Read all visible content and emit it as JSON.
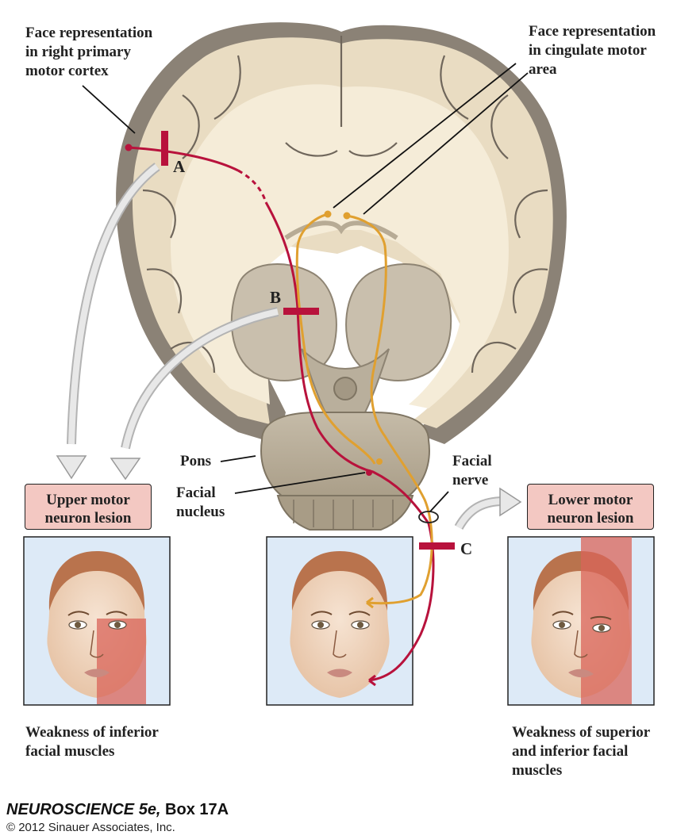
{
  "labels": {
    "face_rep_right_motor": "Face representation\nin right primary\nmotor cortex",
    "face_rep_cingulate": "Face representation\nin cingulate motor\narea",
    "pons": "Pons",
    "facial_nucleus": "Facial\nnucleus",
    "facial_nerve": "Facial\nnerve",
    "lesion_a": "A",
    "lesion_b": "B",
    "lesion_c": "C"
  },
  "lesion_boxes": {
    "upper": "Upper motor\nneuron lesion",
    "lower": "Lower motor\nneuron lesion"
  },
  "captions": {
    "left": "Weakness of inferior\nfacial muscles",
    "right": "Weakness of superior\nand inferior facial\nmuscles"
  },
  "footer": {
    "book": "NEUROSCIENCE 5e,",
    "box": " Box 17A",
    "copyright": "© 2012 Sinauer Associates, Inc."
  },
  "colors": {
    "lesion_red": "#b8123c",
    "cingulate_orange": "#e0a030",
    "weakness_overlay": "#d9645a",
    "panel_bg": "#ddeaf7",
    "label_box": "#f3c8c2",
    "brain_tan": "#f1e4cc",
    "brain_gray": "#9a8f83"
  }
}
